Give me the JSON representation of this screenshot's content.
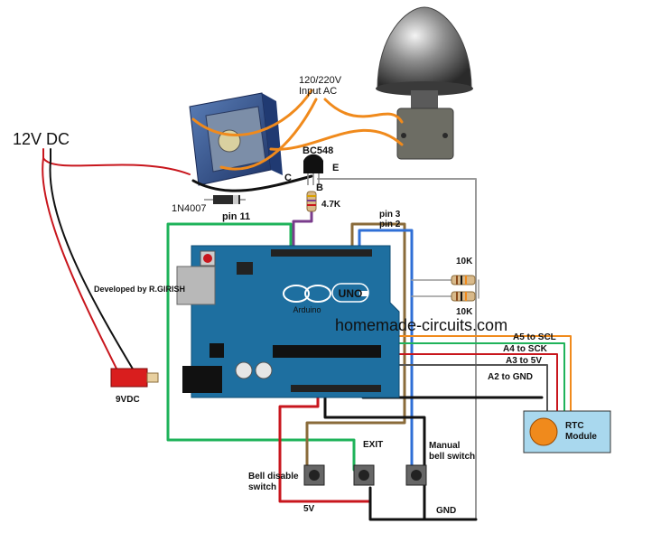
{
  "labels": {
    "power_12v": "12V DC",
    "input_ac": "120/220V\nInput AC",
    "transistor": "BC548",
    "emitter": "E",
    "collector": "C",
    "base": "B",
    "diode": "1N4007",
    "resistor_base": "4.7K",
    "pin11": "pin 11",
    "pin3": "pin 3",
    "pin2": "pin 2",
    "r10k_top": "10K",
    "r10k_bottom": "10K",
    "developer": "Developed by R.GIRISH",
    "website": "homemade-circuits.com",
    "a5": "A5 to SCL",
    "a4": "A4 to SCK",
    "a3": "A3 to 5V",
    "a2": "A2  to GND",
    "rtc": "RTC\nModule",
    "battery": "9VDC",
    "exit": "EXIT",
    "manual_switch": "Manual\nbell switch",
    "bell_disable": "Bell disable\nswitch",
    "v5": "5V",
    "gnd": "GND",
    "arduino_brand": "Arduino",
    "arduino_model": "UNO"
  },
  "colors": {
    "pcb": "#1e6fa0",
    "wire_green": "#1fb35a",
    "wire_orange": "#f08a1c",
    "wire_red": "#c8161d",
    "wire_blue": "#2f6fd6",
    "wire_brown": "#8a6b3a",
    "wire_purple": "#7a3c8c",
    "wire_black": "#111111",
    "website_red": "#e0201b",
    "rtc_fill": "#a9d8ee"
  }
}
